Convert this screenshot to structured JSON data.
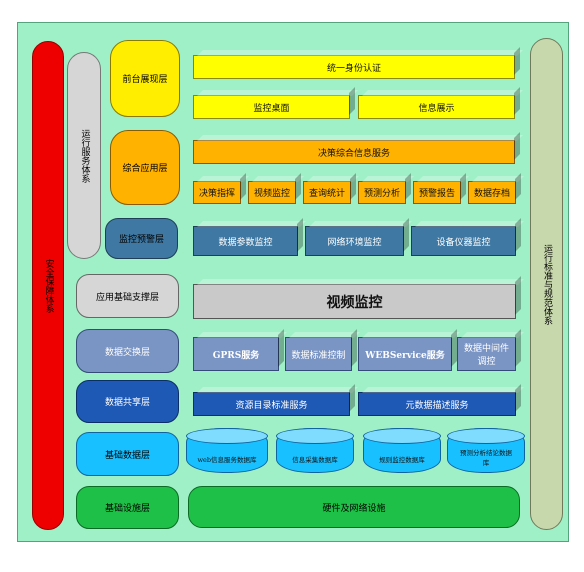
{
  "left_vertical": {
    "security": "安全保障体系",
    "operation": "运行服务体系"
  },
  "right_vertical": {
    "standards": "运行标准与规范体系"
  },
  "layers": {
    "front": "前台展现层",
    "integrated_app": "综合应用层",
    "monitor_alert": "监控预警层",
    "app_support": "应用基础支撑层",
    "data_exchange": "数据交换层",
    "data_share": "数据共享层",
    "base_data": "基础数据层",
    "infrastructure": "基础设施层"
  },
  "front": {
    "auth": "统一身份认证",
    "monitor_desktop": "监控桌面",
    "info_display": "信息展示"
  },
  "integrated": {
    "decision_service": "决策综合信息服务",
    "items": [
      "决策指挥",
      "视频监控",
      "查询统计",
      "预测分析",
      "预警报告",
      "数据存档"
    ]
  },
  "monitor": {
    "items": [
      "数据参数监控",
      "网络环境监控",
      "设备仪器监控"
    ]
  },
  "support": {
    "video": "视频监控"
  },
  "exchange": {
    "items": [
      "GPRS服务",
      "数据标准控制",
      "WEBService服务",
      "数据中间件调控"
    ]
  },
  "share": {
    "items": [
      "资源目录标准服务",
      "元数据描述服务"
    ]
  },
  "base_data": {
    "items": [
      "web信息服务数据库",
      "信息采集数据库",
      "规则监控数据库",
      "预测分析结论数据库"
    ]
  },
  "infrastructure": {
    "hw": "硬件及网络设施"
  },
  "colors": {
    "background": "#9ff0c7",
    "security": "#ee0000",
    "yellow": "#ffff00",
    "orange": "#ffb200"
  }
}
